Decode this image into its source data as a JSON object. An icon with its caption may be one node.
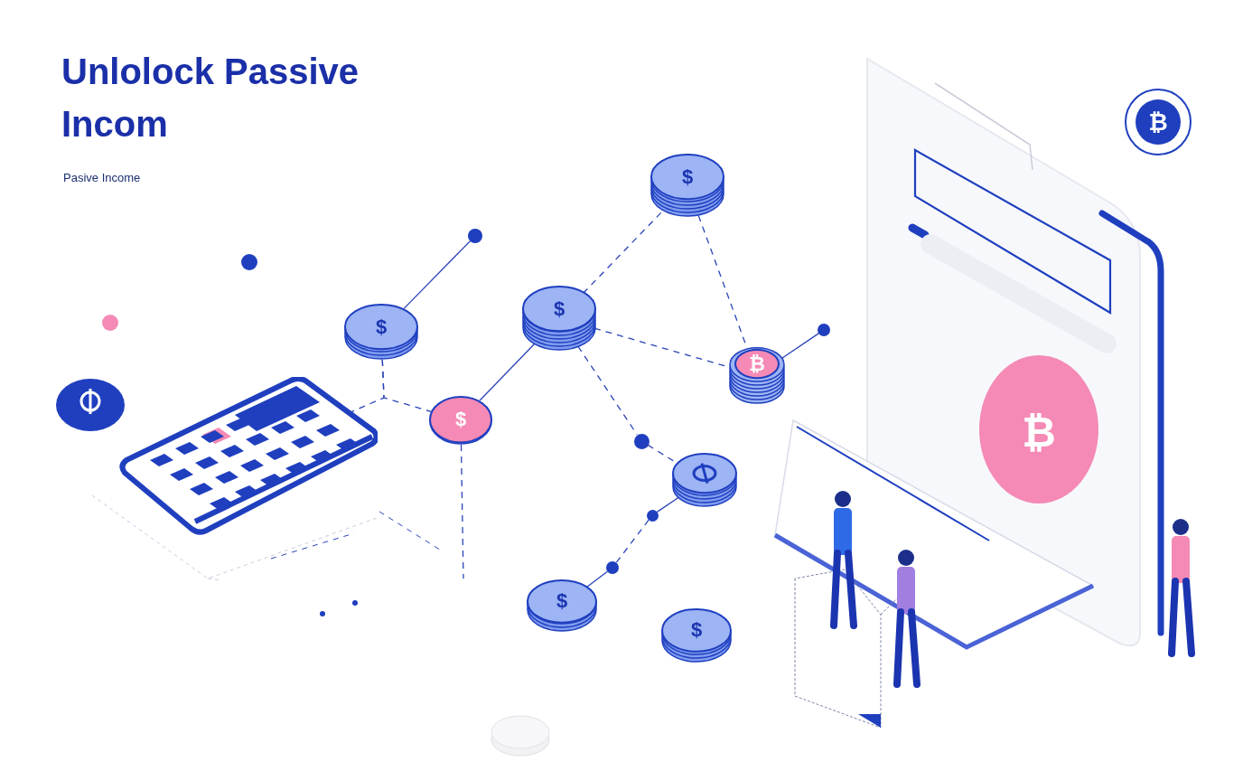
{
  "diagram": {
    "title": "Unlolock Passive Incom",
    "nodes": [
      {
        "text": [],
        "shape": "circle"
      },
      {
        "text": [
          "$"
        ]
      },
      {
        "text": [
          "$"
        ]
      },
      {
        "text": [
          "$"
        ]
      },
      {
        "text": [
          "$"
        ]
      },
      {
        "text": [
          "₿"
        ]
      },
      {
        "text": [],
        "shape": "circle"
      },
      {
        "text": [],
        "shape": "circle"
      },
      {
        "text": [],
        "shape": "circle"
      },
      {
        "text": [],
        "shape": "circle"
      },
      {
        "text": [],
        "shape": "circle"
      },
      {
        "text": [
          "$"
        ]
      },
      {
        "text": [
          "$"
        ]
      },
      {
        "text": [],
        "shape": "picture"
      }
    ],
    "edges": [
      {
        "from": 1,
        "to": 0,
        "arrow": "none"
      },
      {
        "from": 4,
        "to": 3,
        "arrow": "none"
      },
      {
        "from": 3,
        "to": 2,
        "arrow": "none",
        "style": "dashed"
      },
      {
        "from": 2,
        "to": 5,
        "arrow": "none",
        "style": "dashed"
      },
      {
        "from": 3,
        "to": 5,
        "arrow": "none",
        "style": "dashed"
      },
      {
        "from": 5,
        "to": 6,
        "arrow": "none"
      },
      {
        "from": 3,
        "to": 7,
        "arrow": "none",
        "style": "dashed"
      },
      {
        "from": 7,
        "to": 8,
        "arrow": "none",
        "style": "dashed"
      },
      {
        "from": 8,
        "to": 9,
        "arrow": "none"
      },
      {
        "from": 9,
        "to": 10,
        "arrow": "none",
        "style": "dashed"
      },
      {
        "from": 10,
        "to": 11,
        "arrow": "none"
      },
      {
        "from": 1,
        "to": 4,
        "arrow": "none",
        "style": "dashed"
      },
      {
        "from": 1,
        "to": 13,
        "arrow": "none",
        "style": "dashed"
      },
      {
        "from": 4,
        "to": null,
        "arrow": "none",
        "style": "dashed"
      }
    ],
    "labels": [
      "Pasive Income",
      "₿",
      "₿"
    ]
  }
}
